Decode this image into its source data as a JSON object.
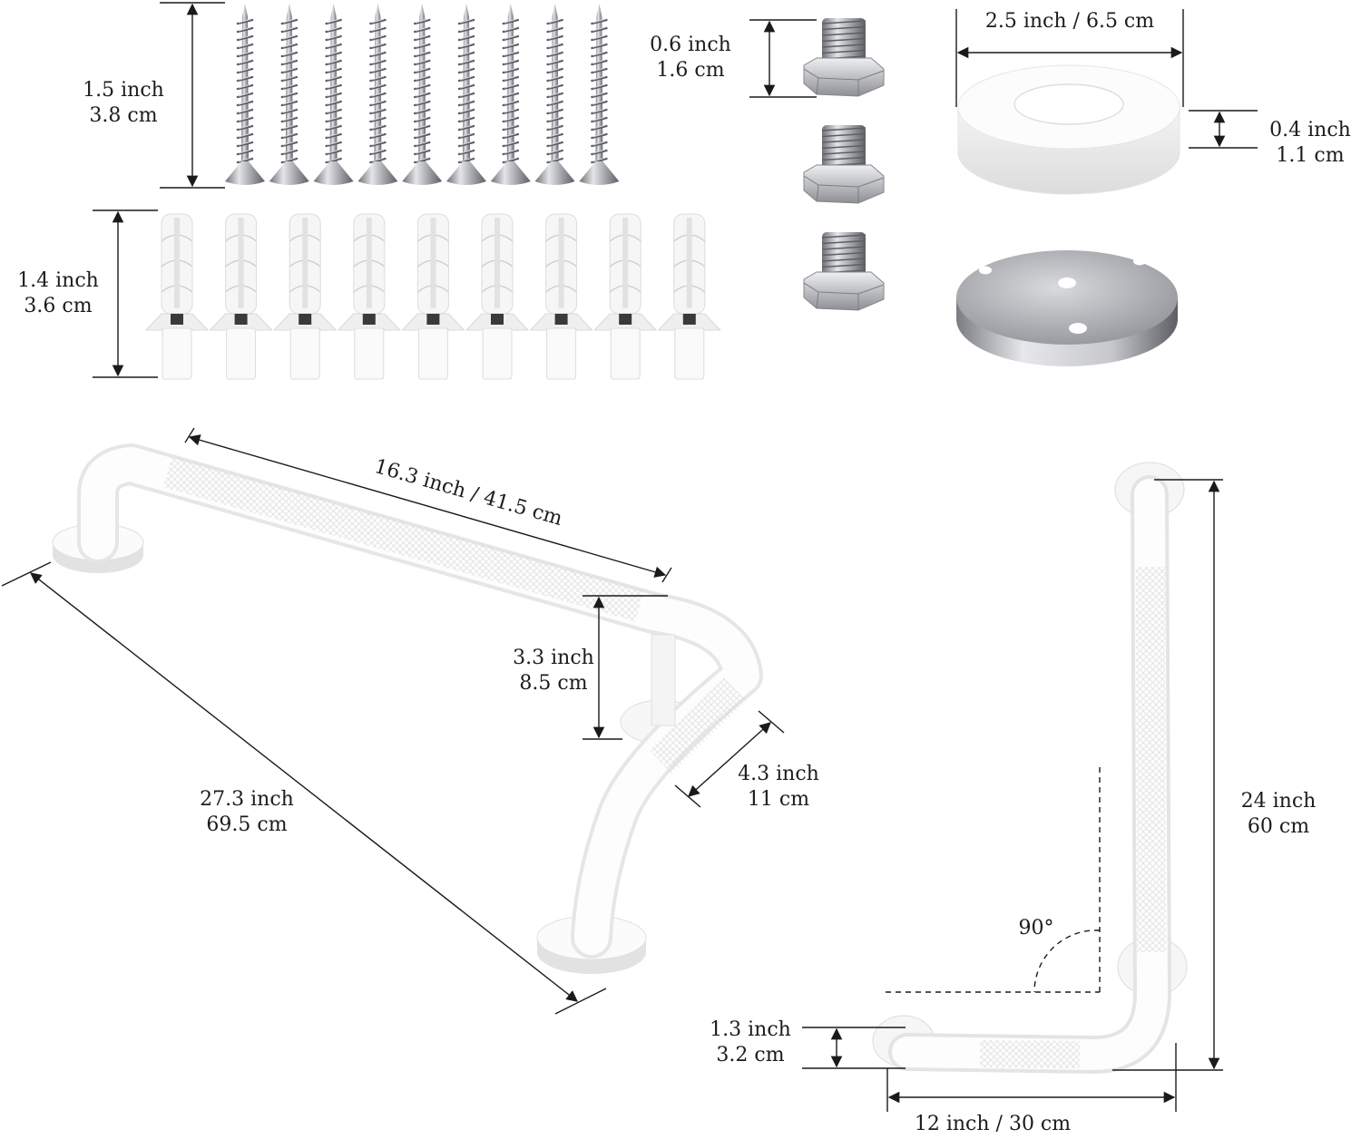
{
  "colors": {
    "line": "#1a1a1a",
    "metal_light": "#e4e5e8",
    "metal_dark": "#6e7077",
    "white_part": "#fbfbfb",
    "white_shade": "#d7d7d7"
  },
  "screws": {
    "count": 9,
    "inch": "1.5 inch",
    "cm": "3.8 cm"
  },
  "anchors": {
    "count": 9,
    "inch": "1.4 inch",
    "cm": "3.6 cm"
  },
  "bolts": {
    "count": 3,
    "inch": "0.6 inch",
    "cm": "1.6 cm"
  },
  "cover_ring": {
    "diameter": "2.5 inch / 6.5 cm",
    "height_inch": "0.4 inch",
    "height_cm": "1.1 cm"
  },
  "bar1": {
    "top_length": "16.3 inch / 41.5 cm",
    "depth_inch": "3.3 inch",
    "depth_cm": "8.5 cm",
    "short_inch": "4.3 inch",
    "short_cm": "11 cm",
    "diag_inch": "27.3 inch",
    "diag_cm": "69.5 cm"
  },
  "bar2": {
    "height_inch": "24 inch",
    "height_cm": "60 cm",
    "angle": "90°",
    "base_length": "12 inch / 30 cm",
    "projection_inch": "1.3 inch",
    "projection_cm": "3.2 cm"
  }
}
